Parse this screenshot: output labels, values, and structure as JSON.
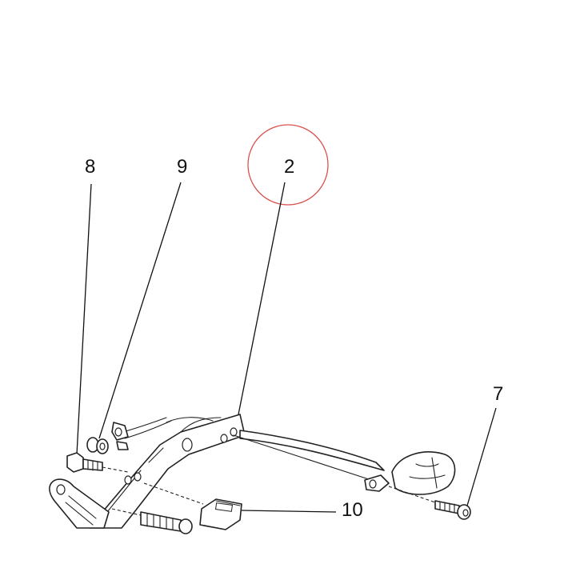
{
  "diagram": {
    "callouts": [
      {
        "id": "8",
        "label": "8"
      },
      {
        "id": "9",
        "label": "9"
      },
      {
        "id": "2",
        "label": "2",
        "highlighted": true
      },
      {
        "id": "7",
        "label": "7"
      },
      {
        "id": "10",
        "label": "10"
      }
    ],
    "highlight_color": "#d9534f",
    "line_color": "#111111"
  }
}
